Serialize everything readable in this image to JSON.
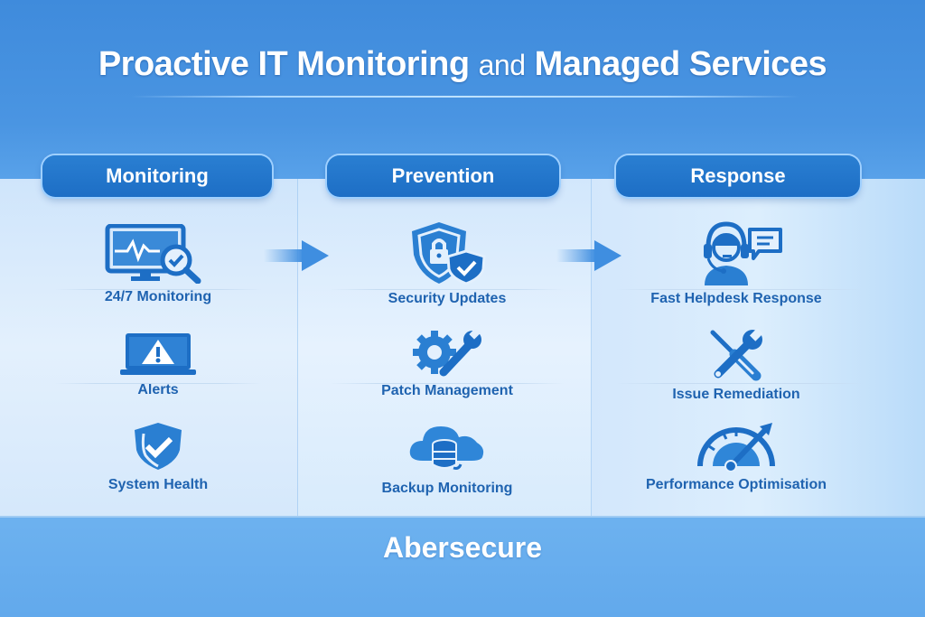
{
  "title": {
    "part1": "Proactive IT Monitoring ",
    "part2": "and",
    "part3": " Managed Services"
  },
  "colors": {
    "primary": "#1d6ec5",
    "text_blue": "#1f63b0",
    "band_light": "#e3f0fd",
    "background": "#4a95e2"
  },
  "columns": [
    {
      "header": "Monitoring",
      "items": [
        {
          "label": "24/7 Monitoring",
          "icon": "monitor-magnifier-check-icon"
        },
        {
          "label": "Alerts",
          "icon": "laptop-warning-icon"
        },
        {
          "label": "System Health",
          "icon": "shield-check-icon"
        }
      ]
    },
    {
      "header": "Prevention",
      "items": [
        {
          "label": "Security Updates",
          "icon": "shield-lock-check-icon"
        },
        {
          "label": "Patch Management",
          "icon": "gear-wrench-icon"
        },
        {
          "label": "Backup Monitoring",
          "icon": "cloud-database-icon"
        }
      ]
    },
    {
      "header": "Response",
      "items": [
        {
          "label": "Fast Helpdesk Response",
          "icon": "headset-agent-chat-icon"
        },
        {
          "label": "Issue Remediation",
          "icon": "screwdriver-wrench-icon"
        },
        {
          "label": "Performance Optimisation",
          "icon": "speedometer-arrow-icon"
        }
      ]
    }
  ],
  "flow_arrows": [
    "arrow-right-icon",
    "arrow-right-icon"
  ],
  "footer": {
    "brand": "Abersecure"
  }
}
